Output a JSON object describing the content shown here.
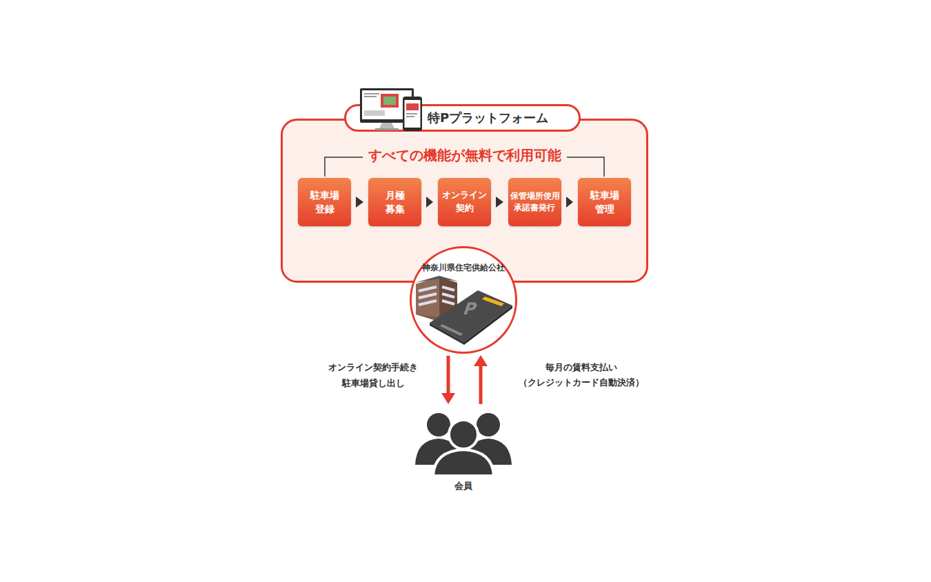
{
  "diagram": {
    "nodes": [
      {
        "text": [
          "特Pプラットフォーム",
          "すべての機能が無料で利用可能"
        ]
      },
      {
        "text": [
          "駐車場 登録"
        ],
        "in": 0
      },
      {
        "text": [
          "月極 募集"
        ],
        "in": 0
      },
      {
        "text": [
          "オンライン 契約"
        ],
        "in": 0
      },
      {
        "text": [
          "保管場所使用 承諾書発行"
        ],
        "in": 0
      },
      {
        "text": [
          "駐車場 管理"
        ],
        "in": 0
      },
      {
        "text": [
          "神奈川県住宅供給公社"
        ]
      },
      {
        "text": [
          "会員"
        ]
      }
    ],
    "edges": [
      {
        "from": 1,
        "to": 2,
        "arrow": "to"
      },
      {
        "from": 2,
        "to": 3,
        "arrow": "to"
      },
      {
        "from": 3,
        "to": 4,
        "arrow": "to"
      },
      {
        "from": 4,
        "to": 5,
        "arrow": "to"
      },
      {
        "from": 6,
        "to": 7,
        "label": "オンライン契約手続き 駐車場貸し出し",
        "arrow": "to"
      },
      {
        "from": 7,
        "to": 6,
        "label": "毎月の賃料支払い （クレジットカード自動決済）",
        "arrow": "to"
      }
    ],
    "labels": [
      "P"
    ]
  }
}
